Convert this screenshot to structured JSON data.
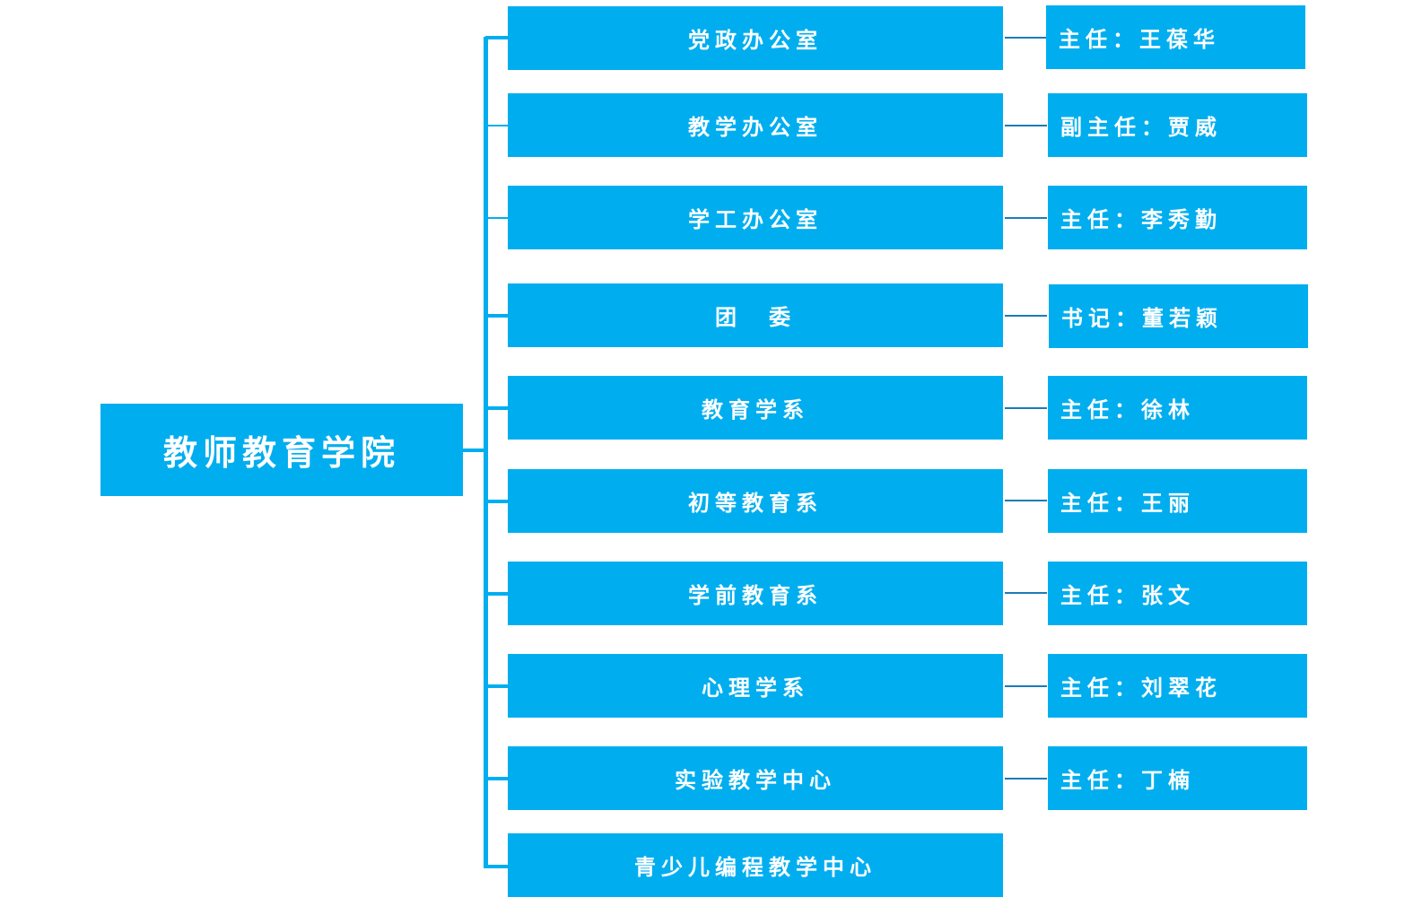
{
  "root": {
    "label": "教师教育学院"
  },
  "departments": [
    {
      "name": "党政办公室",
      "leader": "主任：王葆华"
    },
    {
      "name": "教学办公室",
      "leader": "副主任：贾威"
    },
    {
      "name": "学工办公室",
      "leader": "主任：李秀勤"
    },
    {
      "name": "团　委",
      "leader": "书记：董若颖"
    },
    {
      "name": "教育学系",
      "leader": "主任：徐林"
    },
    {
      "name": "初等教育系",
      "leader": "主任：王丽"
    },
    {
      "name": "学前教育系",
      "leader": "主任：张文"
    },
    {
      "name": "心理学系",
      "leader": "主任：刘翠花"
    },
    {
      "name": "实验教学中心",
      "leader": "主任：丁楠"
    },
    {
      "name": "青少儿编程教学中心",
      "leader": ""
    }
  ],
  "colors": {
    "box": "#00aeef",
    "text": "#ffffff",
    "connector": "#1d7bb8"
  }
}
